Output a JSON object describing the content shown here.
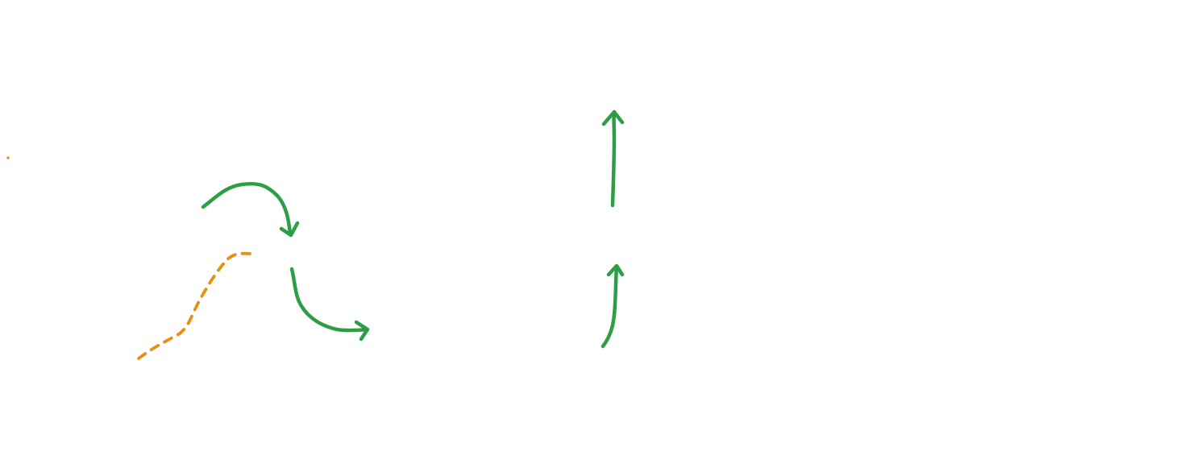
{
  "canvas": {
    "background": "#ffffff"
  },
  "palette": {
    "arrow_color": "#2e9e46",
    "dash_color": "#e8900f"
  },
  "strokes": [
    {
      "name": "curved-arrow-top",
      "kind": "arrow",
      "color_key": "arrow_color"
    },
    {
      "name": "curved-arrow-bottom",
      "kind": "arrow",
      "color_key": "arrow_color"
    },
    {
      "name": "straight-arrow-up-top",
      "kind": "arrow",
      "color_key": "arrow_color"
    },
    {
      "name": "straight-arrow-up-bottom",
      "kind": "arrow",
      "color_key": "arrow_color"
    },
    {
      "name": "dashed-curve",
      "kind": "dashed-line",
      "color_key": "dash_color"
    },
    {
      "name": "stray-dot",
      "kind": "dot",
      "color_key": "dash_color"
    }
  ]
}
